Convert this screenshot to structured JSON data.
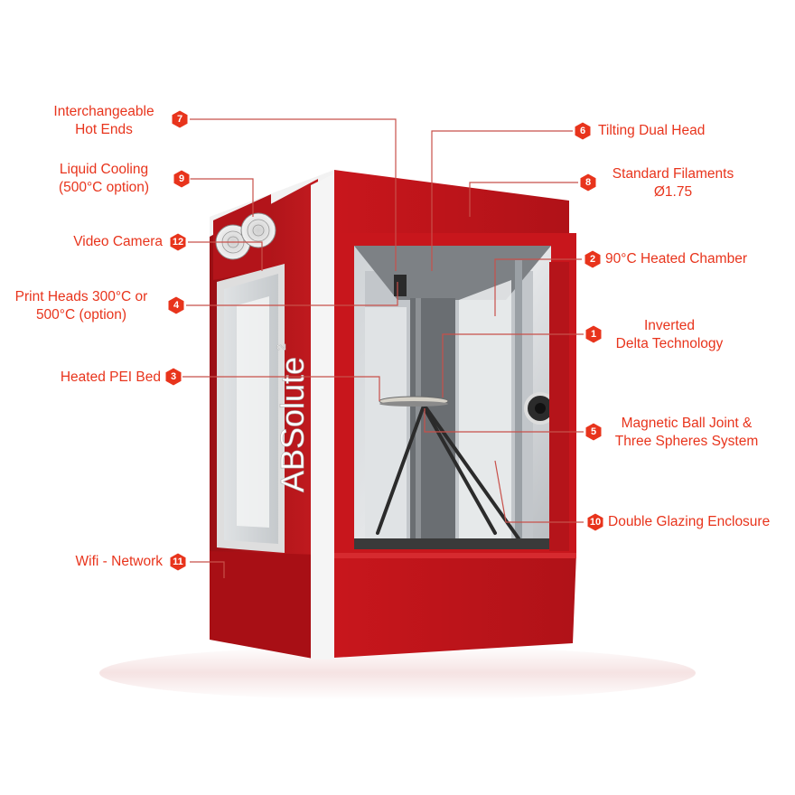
{
  "brand": {
    "logo_text": "ABSolute",
    "logo_superscript": "2"
  },
  "colors": {
    "accent": "#e8341c",
    "body_red": "#c8161c",
    "body_dark": "#8e0e12",
    "leader_line": "#c8504a"
  },
  "callouts": [
    {
      "number": "7",
      "lines": [
        "Interchangeable",
        "Hot Ends"
      ]
    },
    {
      "number": "6",
      "lines": [
        "Tilting Dual Head"
      ]
    },
    {
      "number": "9",
      "lines": [
        "Liquid Cooling",
        "(500°C option)"
      ]
    },
    {
      "number": "8",
      "lines": [
        "Standard Filaments",
        "Ø1.75"
      ]
    },
    {
      "number": "12",
      "lines": [
        "Video Camera"
      ]
    },
    {
      "number": "2",
      "lines": [
        "90°C Heated Chamber"
      ]
    },
    {
      "number": "4",
      "lines": [
        "Print Heads 300°C or",
        "500°C (option)"
      ]
    },
    {
      "number": "1",
      "lines": [
        "Inverted",
        "Delta Technology"
      ]
    },
    {
      "number": "3",
      "lines": [
        "Heated PEI Bed"
      ]
    },
    {
      "number": "5",
      "lines": [
        "Magnetic Ball Joint &",
        "Three Spheres System"
      ]
    },
    {
      "number": "10",
      "lines": [
        "Double Glazing Enclosure"
      ]
    },
    {
      "number": "11",
      "lines": [
        "Wifi - Network"
      ]
    }
  ]
}
